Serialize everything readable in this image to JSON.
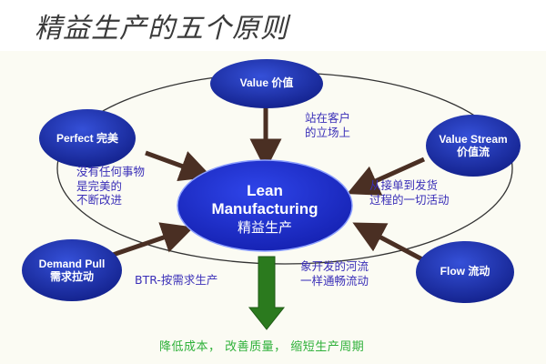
{
  "title": "精益生产的五个原则",
  "center": {
    "line1": "Lean",
    "line2": "Manufacturing",
    "line3": "精益生产"
  },
  "nodes": {
    "value": "Value 价值",
    "perfect": "Perfect 完美",
    "value_stream_en": "Value Stream",
    "value_stream_cn": "价值流",
    "demand_pull_en": "Demand Pull",
    "demand_pull_cn": "需求拉动",
    "flow": "Flow 流动"
  },
  "notes": {
    "value_1": "站在客户",
    "value_2": "的立场上",
    "perfect_1": "没有任何事物",
    "perfect_2": "是完美的",
    "perfect_3": "不断改进",
    "value_stream_1": "从接单到发货",
    "value_stream_2": "过程的一切活动",
    "demand_pull": "BTR-按需求生产",
    "flow_1": "象开发的河流",
    "flow_2": "一样通畅流动"
  },
  "result": "降低成本， 改善质量， 缩短生产周期",
  "colors": {
    "node_fill": "#1b2fa8",
    "center_fill": "#1a29c9",
    "arrow": "#4a2f23",
    "down_arrow": "#2b7a1e",
    "note_text": "#3a2fb8",
    "result_text": "#2fb13a"
  }
}
